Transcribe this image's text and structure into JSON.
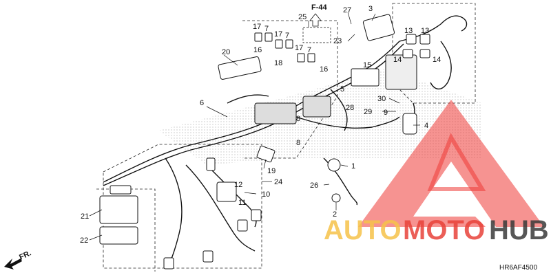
{
  "diagram": {
    "ref_label": "F-44",
    "drawing_code": "HR6AF4500",
    "front_label": "FR.",
    "callouts": {
      "c1": "1",
      "c2": "2",
      "c3": "3",
      "c4": "4",
      "c5": "5",
      "c6": "6",
      "c7a": "7",
      "c7b": "7",
      "c7c": "7",
      "c8a": "8",
      "c8b": "8",
      "c9": "9",
      "c10": "10",
      "c11": "11",
      "c12": "12",
      "c13a": "13",
      "c13b": "13",
      "c14a": "14",
      "c14b": "14",
      "c15": "15",
      "c16a": "16",
      "c16b": "16",
      "c17a": "17",
      "c17b": "17",
      "c17c": "17",
      "c18": "18",
      "c19": "19",
      "c20": "20",
      "c21": "21",
      "c22": "22",
      "c23": "23",
      "c24": "24",
      "c25": "25",
      "c26": "26",
      "c27": "27",
      "c28": "28",
      "c29": "29",
      "c30": "30"
    }
  },
  "watermark": {
    "word_a": "AUTO",
    "word_b": "MOTO",
    "word_c": "HUB",
    "color_a": "#f6c24a",
    "color_b": "#e8423a",
    "color_c": "#3a3a3a",
    "logo_color": "#ee3b36"
  }
}
